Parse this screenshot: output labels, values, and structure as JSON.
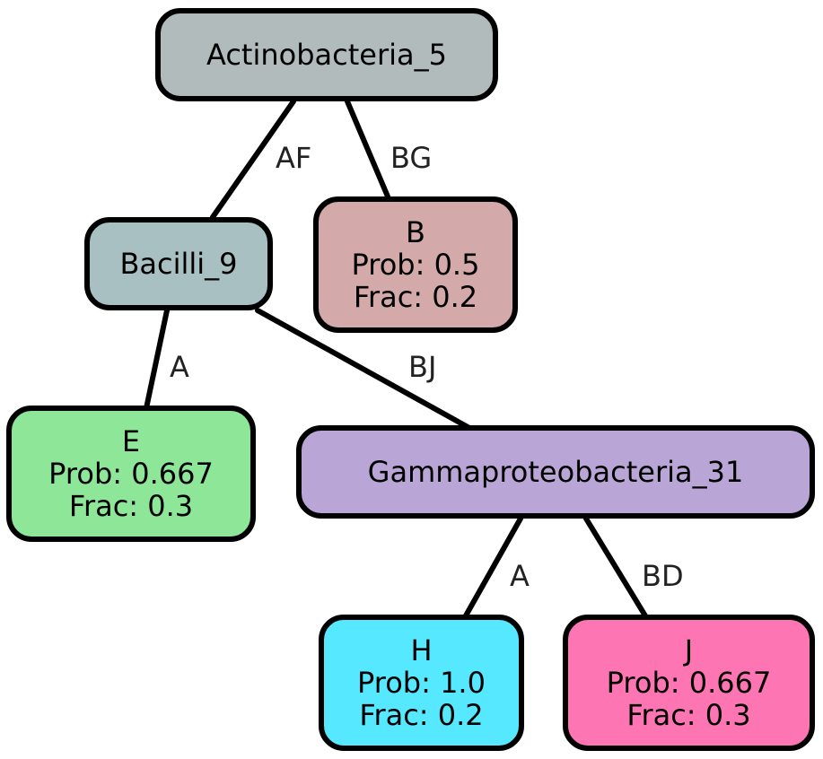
{
  "nodes": {
    "actinobacteria_5": {
      "title": "Actinobacteria_5",
      "color": "#b2bbbb"
    },
    "bacilli_9": {
      "title": "Bacilli_9",
      "color": "#a9c0c2"
    },
    "b": {
      "title": "B",
      "prob": "Prob: 0.5",
      "frac": "Frac: 0.2",
      "color": "#d4a9aa"
    },
    "e": {
      "title": "E",
      "prob": "Prob: 0.667",
      "frac": "Frac: 0.3",
      "color": "#8ee699"
    },
    "gammaproteobacteria_31": {
      "title": "Gammaproteobacteria_31",
      "color": "#baa6d6"
    },
    "h": {
      "title": "H",
      "prob": "Prob: 1.0",
      "frac": "Frac: 0.2",
      "color": "#55e8ff"
    },
    "j": {
      "title": "J",
      "prob": "Prob: 0.667",
      "frac": "Frac: 0.3",
      "color": "#fe75b4"
    }
  },
  "edges": {
    "actino_bacilli": "AF",
    "actino_b": "BG",
    "bacilli_e": "A",
    "bacilli_gamma": "BJ",
    "gamma_h": "A",
    "gamma_j": "BD"
  }
}
